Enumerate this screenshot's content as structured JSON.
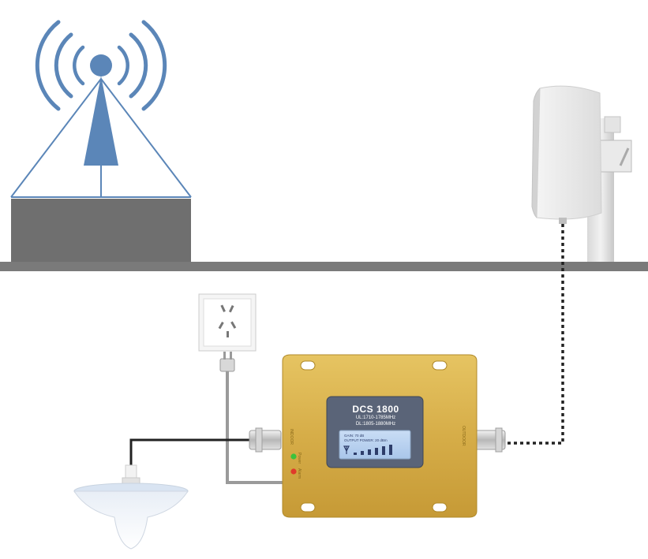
{
  "repeater": {
    "model": "DCS 1800",
    "uplink": "UL:1710-1785MHz",
    "downlink": "DL:1805-1880MHz",
    "lcd_gain": "GAIN: 70 dB",
    "lcd_output": "OUTPUT POWER: 20 dBm",
    "signal_bars": 6,
    "led_power_label": "Power",
    "led_alarm_label": "Alarm",
    "port_left_label": "INDOOR",
    "port_right_label": "OUTDOOR"
  },
  "colors": {
    "tower": "#5b86b8",
    "building": "#6f6f6f",
    "ground": "#7a7a7a",
    "repeater_body": "#d9b24c",
    "display_frame": "#5a6478",
    "lcd": "#bcd4f0",
    "dotted_cable": "#222222",
    "grey_cable": "#9a9a9a",
    "black_cable": "#222222",
    "led_power": "#3cc23c",
    "led_alarm": "#e03a2a"
  }
}
